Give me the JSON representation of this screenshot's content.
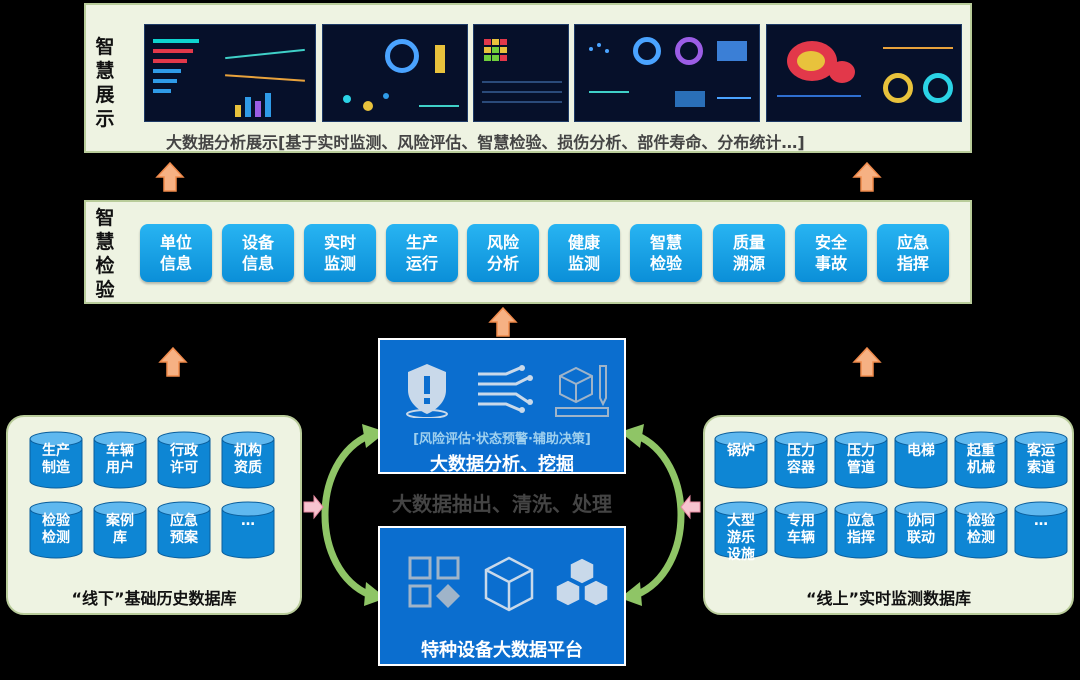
{
  "display": {
    "title": "智慧展示",
    "caption": "大数据分析展示[基于实时监测、风险评估、智慧检验、损伤分析、部件寿命、分布统计…]"
  },
  "inspect": {
    "title": "智慧检验",
    "modules": [
      "单位信息",
      "设备信息",
      "实时监测",
      "生产运行",
      "风险分析",
      "健康监测",
      "智慧检验",
      "质量溯源",
      "安全事故",
      "应急指挥"
    ]
  },
  "analysis": {
    "subtitle": "[风险评估·状态预警·辅助决策]",
    "title": "大数据分析、挖掘",
    "icons": [
      "shield-alert-icon",
      "data-flow-icon",
      "measure-box-icon"
    ]
  },
  "etl": {
    "label": "大数据抽出、清洗、处理"
  },
  "platform": {
    "title": "特种设备大数据平台",
    "icons": [
      "blocks-icon",
      "cube-icon",
      "cubes-stack-icon"
    ]
  },
  "offline_db": {
    "title": "“线下”基础历史数据库",
    "items": [
      "生产制造",
      "车辆用户",
      "行政许可",
      "机构资质",
      "检验检测",
      "案例库",
      "应急预案",
      "…"
    ]
  },
  "online_db": {
    "title": "“线上”实时监测数据库",
    "items": [
      "锅炉",
      "压力容器",
      "压力管道",
      "电梯",
      "起重机械",
      "客运索道",
      "大型游乐设施",
      "专用车辆",
      "应急指挥",
      "协同联动",
      "检验检测",
      "…"
    ]
  },
  "colors": {
    "module_blue": "#1aa3e8",
    "box_blue": "#0b6ecf",
    "cylinder_blue": "#0e86d4",
    "arrow_orange": "#f6b183",
    "cycle_green": "#8fc566",
    "panel_bg": "#eef3e2"
  }
}
